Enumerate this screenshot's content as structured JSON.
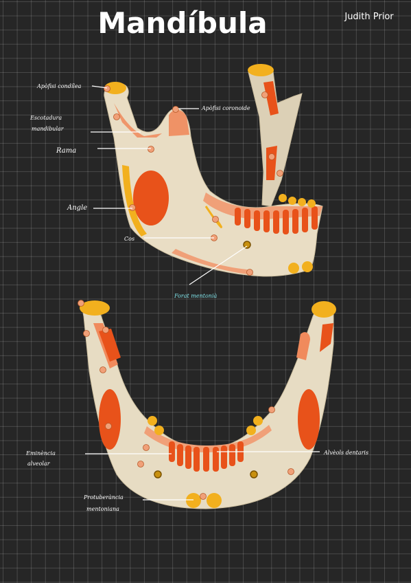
{
  "title": "Mandíbula",
  "author": "Judith Prior",
  "colors": {
    "background": "#262626",
    "bone": "#e7dcc3",
    "muscle_orange": "#e8521a",
    "light_orange": "#f08a5c",
    "yellow": "#f2b01e",
    "salmon": "#f0a078",
    "label_cyan": "#7fe0e6"
  },
  "labels": {
    "apofisi_condilea": "Apòfisi condílea",
    "apofisi_coronoide": "Apòfisi coronoide",
    "escotadura_line1": "Escotadura",
    "escotadura_line2": "mandibular",
    "rama": "Rama",
    "angle": "Angle",
    "cos": "Cos",
    "forat_mentonia": "Forat mentonià",
    "eminencia_line1": "Eminència",
    "eminencia_line2": "alveolar",
    "alveols_dentaris": "Alvèols dentaris",
    "protuberancia_line1": "Protuberància",
    "protuberancia_line2": "mentoniana"
  }
}
